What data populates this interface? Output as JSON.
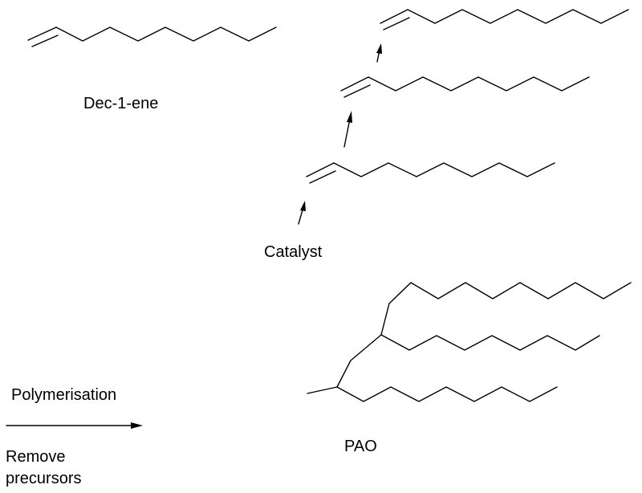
{
  "labels": {
    "monomer": "Dec-1-ene",
    "catalyst": "Catalyst",
    "reaction_condition": "Polymerisation",
    "workup_line1": "Remove",
    "workup_line2": "precursors",
    "product": "PAO"
  }
}
